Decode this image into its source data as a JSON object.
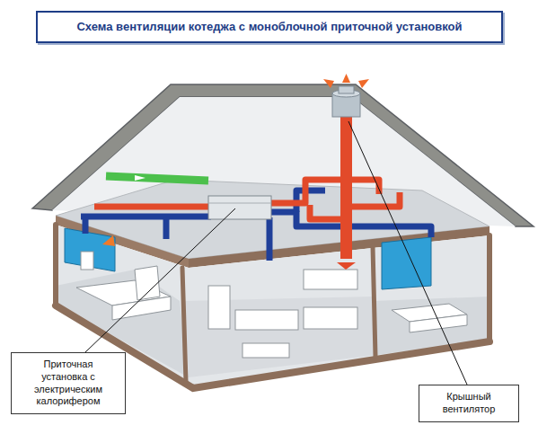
{
  "diagram": {
    "title": "Схема вентиляции котеджа с моноблочной приточной установкой",
    "nodes": [
      {
        "text": [
          "Приточная установка с электрическим калорифером"
        ]
      },
      {
        "text": [
          "Крышный вентилятор"
        ]
      }
    ]
  }
}
